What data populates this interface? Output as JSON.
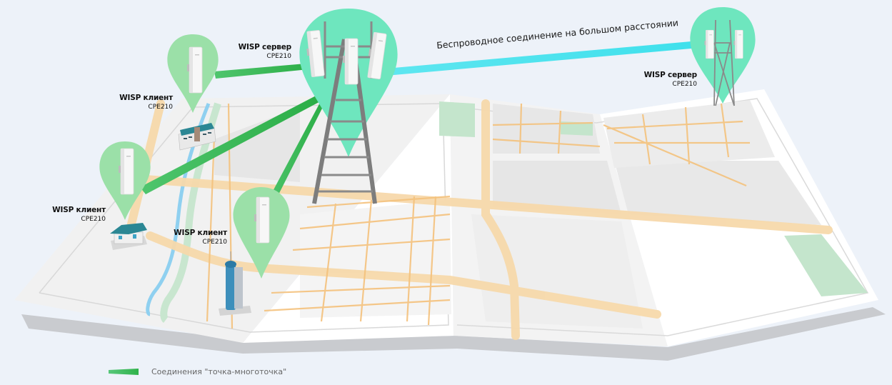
{
  "diagram": {
    "title": "WISP point-to-multipoint network with long-distance wireless link",
    "colors": {
      "background": "#edf2f9",
      "server_pin": "#6ee6be",
      "client_pin": "#9be0a8",
      "ptmp_link": "#3dbb5a",
      "long_link": "#4ee3ee",
      "road": "#f7c887",
      "river": "#8fd0f0",
      "park": "#c4e5cc",
      "map_block": "#e8e8e8",
      "map_paper": "#f6f6f6"
    },
    "nodes": [
      {
        "id": "server_main",
        "role": "WISP сервер",
        "model": "CPE210",
        "type": "tower-with-3-cpe",
        "icon": "radio-tower-icon"
      },
      {
        "id": "server_remote",
        "role": "WISP сервер",
        "model": "CPE210",
        "type": "tower-with-2-cpe",
        "icon": "radio-tower-icon"
      },
      {
        "id": "client_office",
        "role": "WISP клиент",
        "model": "CPE210",
        "type": "cpe-on-office-building",
        "icon": "office-building-icon"
      },
      {
        "id": "client_house",
        "role": "WISP клиент",
        "model": "CPE210",
        "type": "cpe-on-house",
        "icon": "house-icon"
      },
      {
        "id": "client_skyscraper",
        "role": "WISP клиент",
        "model": "CPE210",
        "type": "cpe-on-skyscraper",
        "icon": "skyscraper-icon"
      }
    ],
    "links": [
      {
        "from": "server_main",
        "to": "client_office",
        "kind": "point-to-multipoint"
      },
      {
        "from": "server_main",
        "to": "client_house",
        "kind": "point-to-multipoint"
      },
      {
        "from": "server_main",
        "to": "client_skyscraper",
        "kind": "point-to-multipoint"
      },
      {
        "from": "server_main",
        "to": "server_remote",
        "kind": "long-distance"
      }
    ]
  },
  "labels": {
    "server_main": {
      "role": "WISP сервер",
      "model": "CPE210"
    },
    "server_remote": {
      "role": "WISP сервер",
      "model": "CPE210"
    },
    "client_office": {
      "role": "WISP клиент",
      "model": "CPE210"
    },
    "client_house": {
      "role": "WISP клиент",
      "model": "CPE210"
    },
    "client_skyscraper": {
      "role": "WISP клиент",
      "model": "CPE210"
    },
    "long_link": "Беспроводное соединение на большом расстоянии"
  },
  "legend": {
    "items": [
      {
        "label": "Соединения \"точка-многоточка\"",
        "color": "#3dbb5a"
      }
    ]
  }
}
